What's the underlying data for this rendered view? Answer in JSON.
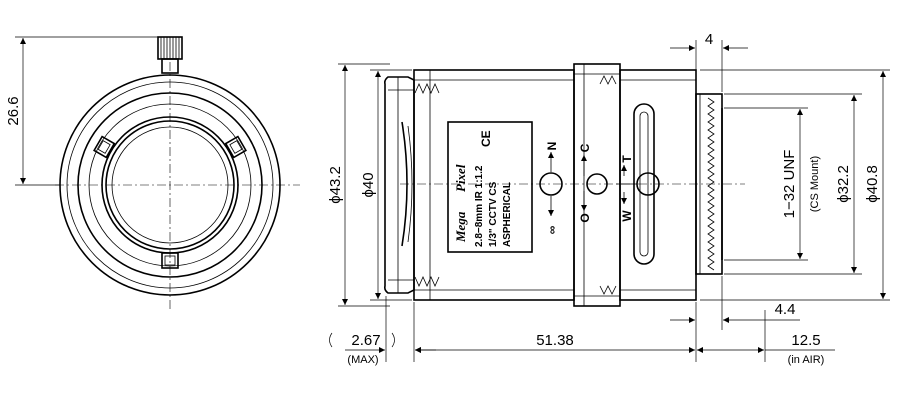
{
  "front_view": {
    "dim_height": "26.6"
  },
  "side_view": {
    "dim_outer_dia": "ϕ43.2",
    "dim_body_dia": "ϕ40",
    "dim_mount_thread": "1−32 UNF",
    "dim_mount_note": "(CS Mount)",
    "dim_flange_dia": "ϕ32.2",
    "dim_rear_dia": "ϕ40.8",
    "dim_top_offset": "4",
    "dim_thread_len": "4.4",
    "dim_front_protrusion": "2.67",
    "dim_front_note": "(MAX)",
    "dim_overall_len": "51.38",
    "dim_back_focus": "12.5",
    "dim_back_focus_note": "(in AIR)"
  },
  "lens_label": {
    "brand_line1": "Mega",
    "brand_line2": "Pixel",
    "spec_line1": "2.8−8mm IR 1:1.2",
    "spec_line2": "1/3\" CCTV CS",
    "spec_line3": "ASPHERICAL",
    "ce_mark": "CE"
  },
  "ring_marks": {
    "focus_near": "N",
    "focus_inf": "∞",
    "iris_close": "C",
    "iris_open": "O",
    "zoom_tele": "T",
    "zoom_wide": "W"
  }
}
